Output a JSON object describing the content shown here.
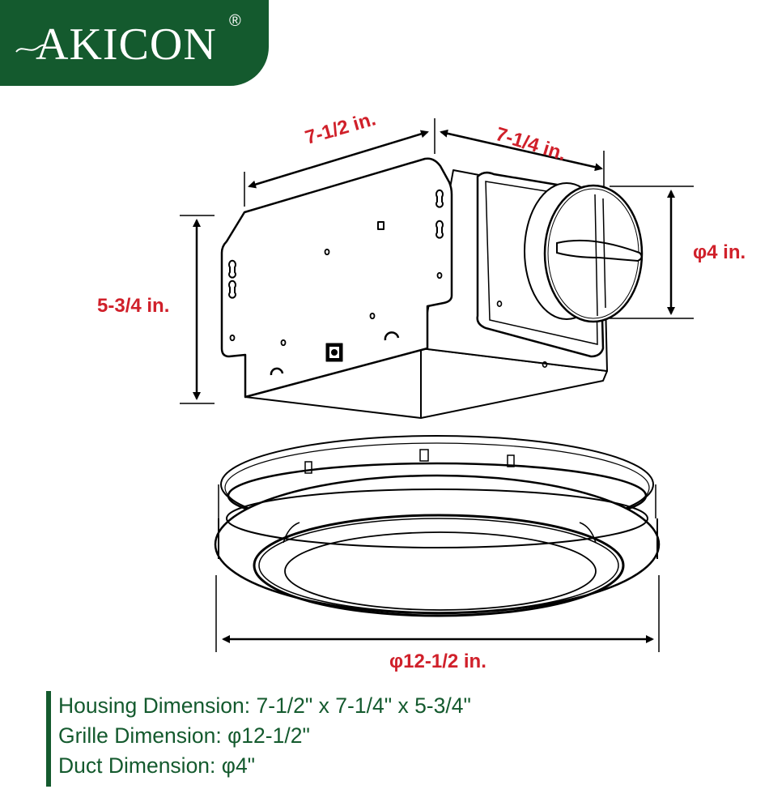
{
  "brand": {
    "name": "AKICON",
    "registered_mark": "®",
    "color": "#145a2e"
  },
  "dimensions": {
    "housing_width": "7-1/2 in.",
    "housing_depth": "7-1/4 in.",
    "housing_height": "5-3/4 in.",
    "duct_diameter": "φ4 in.",
    "grille_diameter": "φ12-1/2 in.",
    "label_color": "#d0202a"
  },
  "components": [
    {
      "name": "Fan housing",
      "type": "box"
    },
    {
      "name": "Duct connector with damper",
      "type": "cylinder"
    },
    {
      "name": "Round grille",
      "type": "ring"
    }
  ],
  "specs": {
    "lines": [
      "Housing Dimension: 7-1/2\" x 7-1/4\" x 5-3/4\"",
      "Grille Dimension: φ12-1/2\"",
      "Duct Dimension: φ4\""
    ],
    "text_color": "#145a2e"
  }
}
